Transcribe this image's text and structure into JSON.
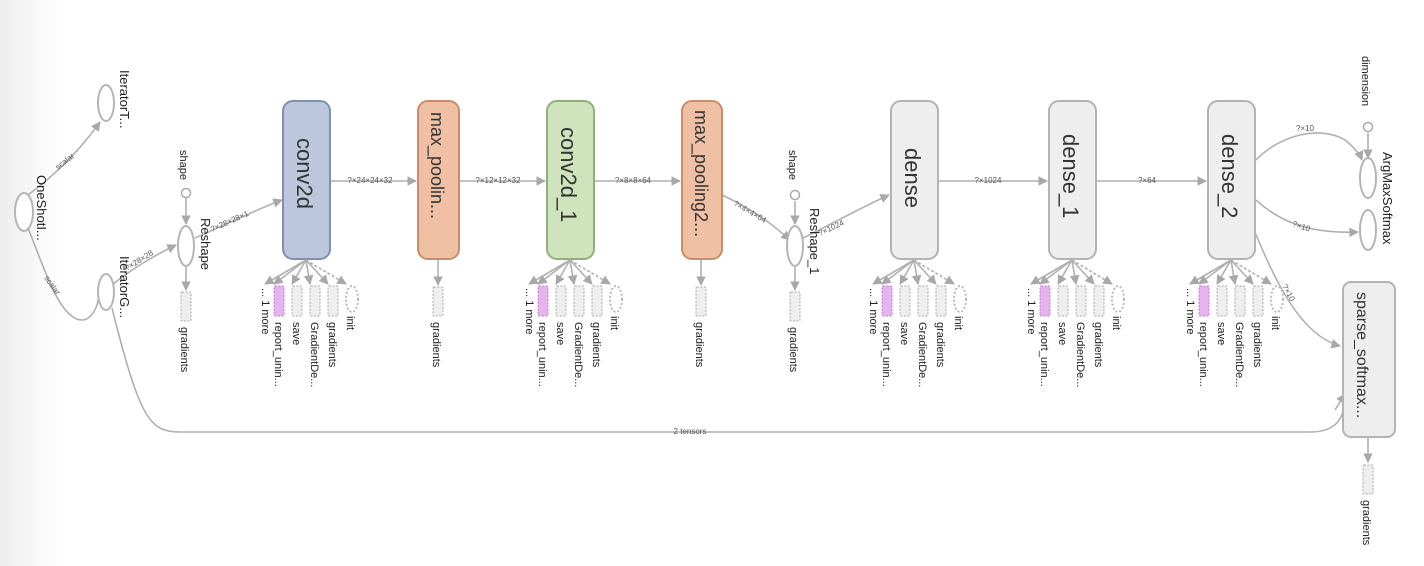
{
  "colors": {
    "conv": "#bcc7dd",
    "conv_stroke": "#7f8fb0",
    "pool": "#f0c0a4",
    "pool_stroke": "#c98c6c",
    "conv_green": "#cfe3bc",
    "conv_green_stroke": "#8fb07a",
    "dense": "#eeeeee",
    "dense_stroke": "#b3b3b3",
    "aux_pink": "#e6b3ee"
  },
  "nodes": {
    "one_shot": "OneShotI...",
    "iterator_t": "IteratorT...",
    "iterator_g": "IteratorG...",
    "reshape": "Reshape",
    "reshape_shape": "shape",
    "reshape_grad": "gradients",
    "conv2d": "conv2d",
    "max_pooling": "max_poolin...",
    "max_pooling_grad": "gradients",
    "conv2d_1": "conv2d_1",
    "max_pooling2": "max_pooling2...",
    "max_pooling2_grad": "gradients",
    "reshape_1": "Reshape_1",
    "reshape_1_shape": "shape",
    "reshape_1_grad": "gradients",
    "dense": "dense",
    "dense_1": "dense_1",
    "dense_2": "dense_2",
    "argmax_dimension": "dimension",
    "argmax": "ArgMax",
    "softmax": "Softmax",
    "sparse_softmax": "sparse_softmax...",
    "sparse_softmax_grad": "gradients"
  },
  "aux_labels": {
    "more": "... 1 more",
    "report": "report_unin...",
    "save": "save",
    "gradient_descent": "GradientDe...",
    "gradients": "gradients",
    "init": "init"
  },
  "edges": {
    "scalar_top": "scalar",
    "scalar_bottom": "scalar",
    "iter_to_reshape": "?×28×28",
    "reshape_to_conv": "?×28×28×1",
    "conv_to_pool": "?×24×24×32",
    "pool_to_conv1": "?×12×12×32",
    "conv1_to_pool2": "?×8×8×64",
    "pool2_to_reshape1": "?×4×4×64",
    "reshape1_to_dense": "?×1024",
    "dense_to_dense1": "?×1024",
    "dense1_to_dense2": "?×64",
    "dense2_to_argmax": "?×10",
    "dense2_to_softmax": "?×10",
    "dense2_to_sparse": "?×10",
    "iter_to_sparse": "2 tensors"
  }
}
